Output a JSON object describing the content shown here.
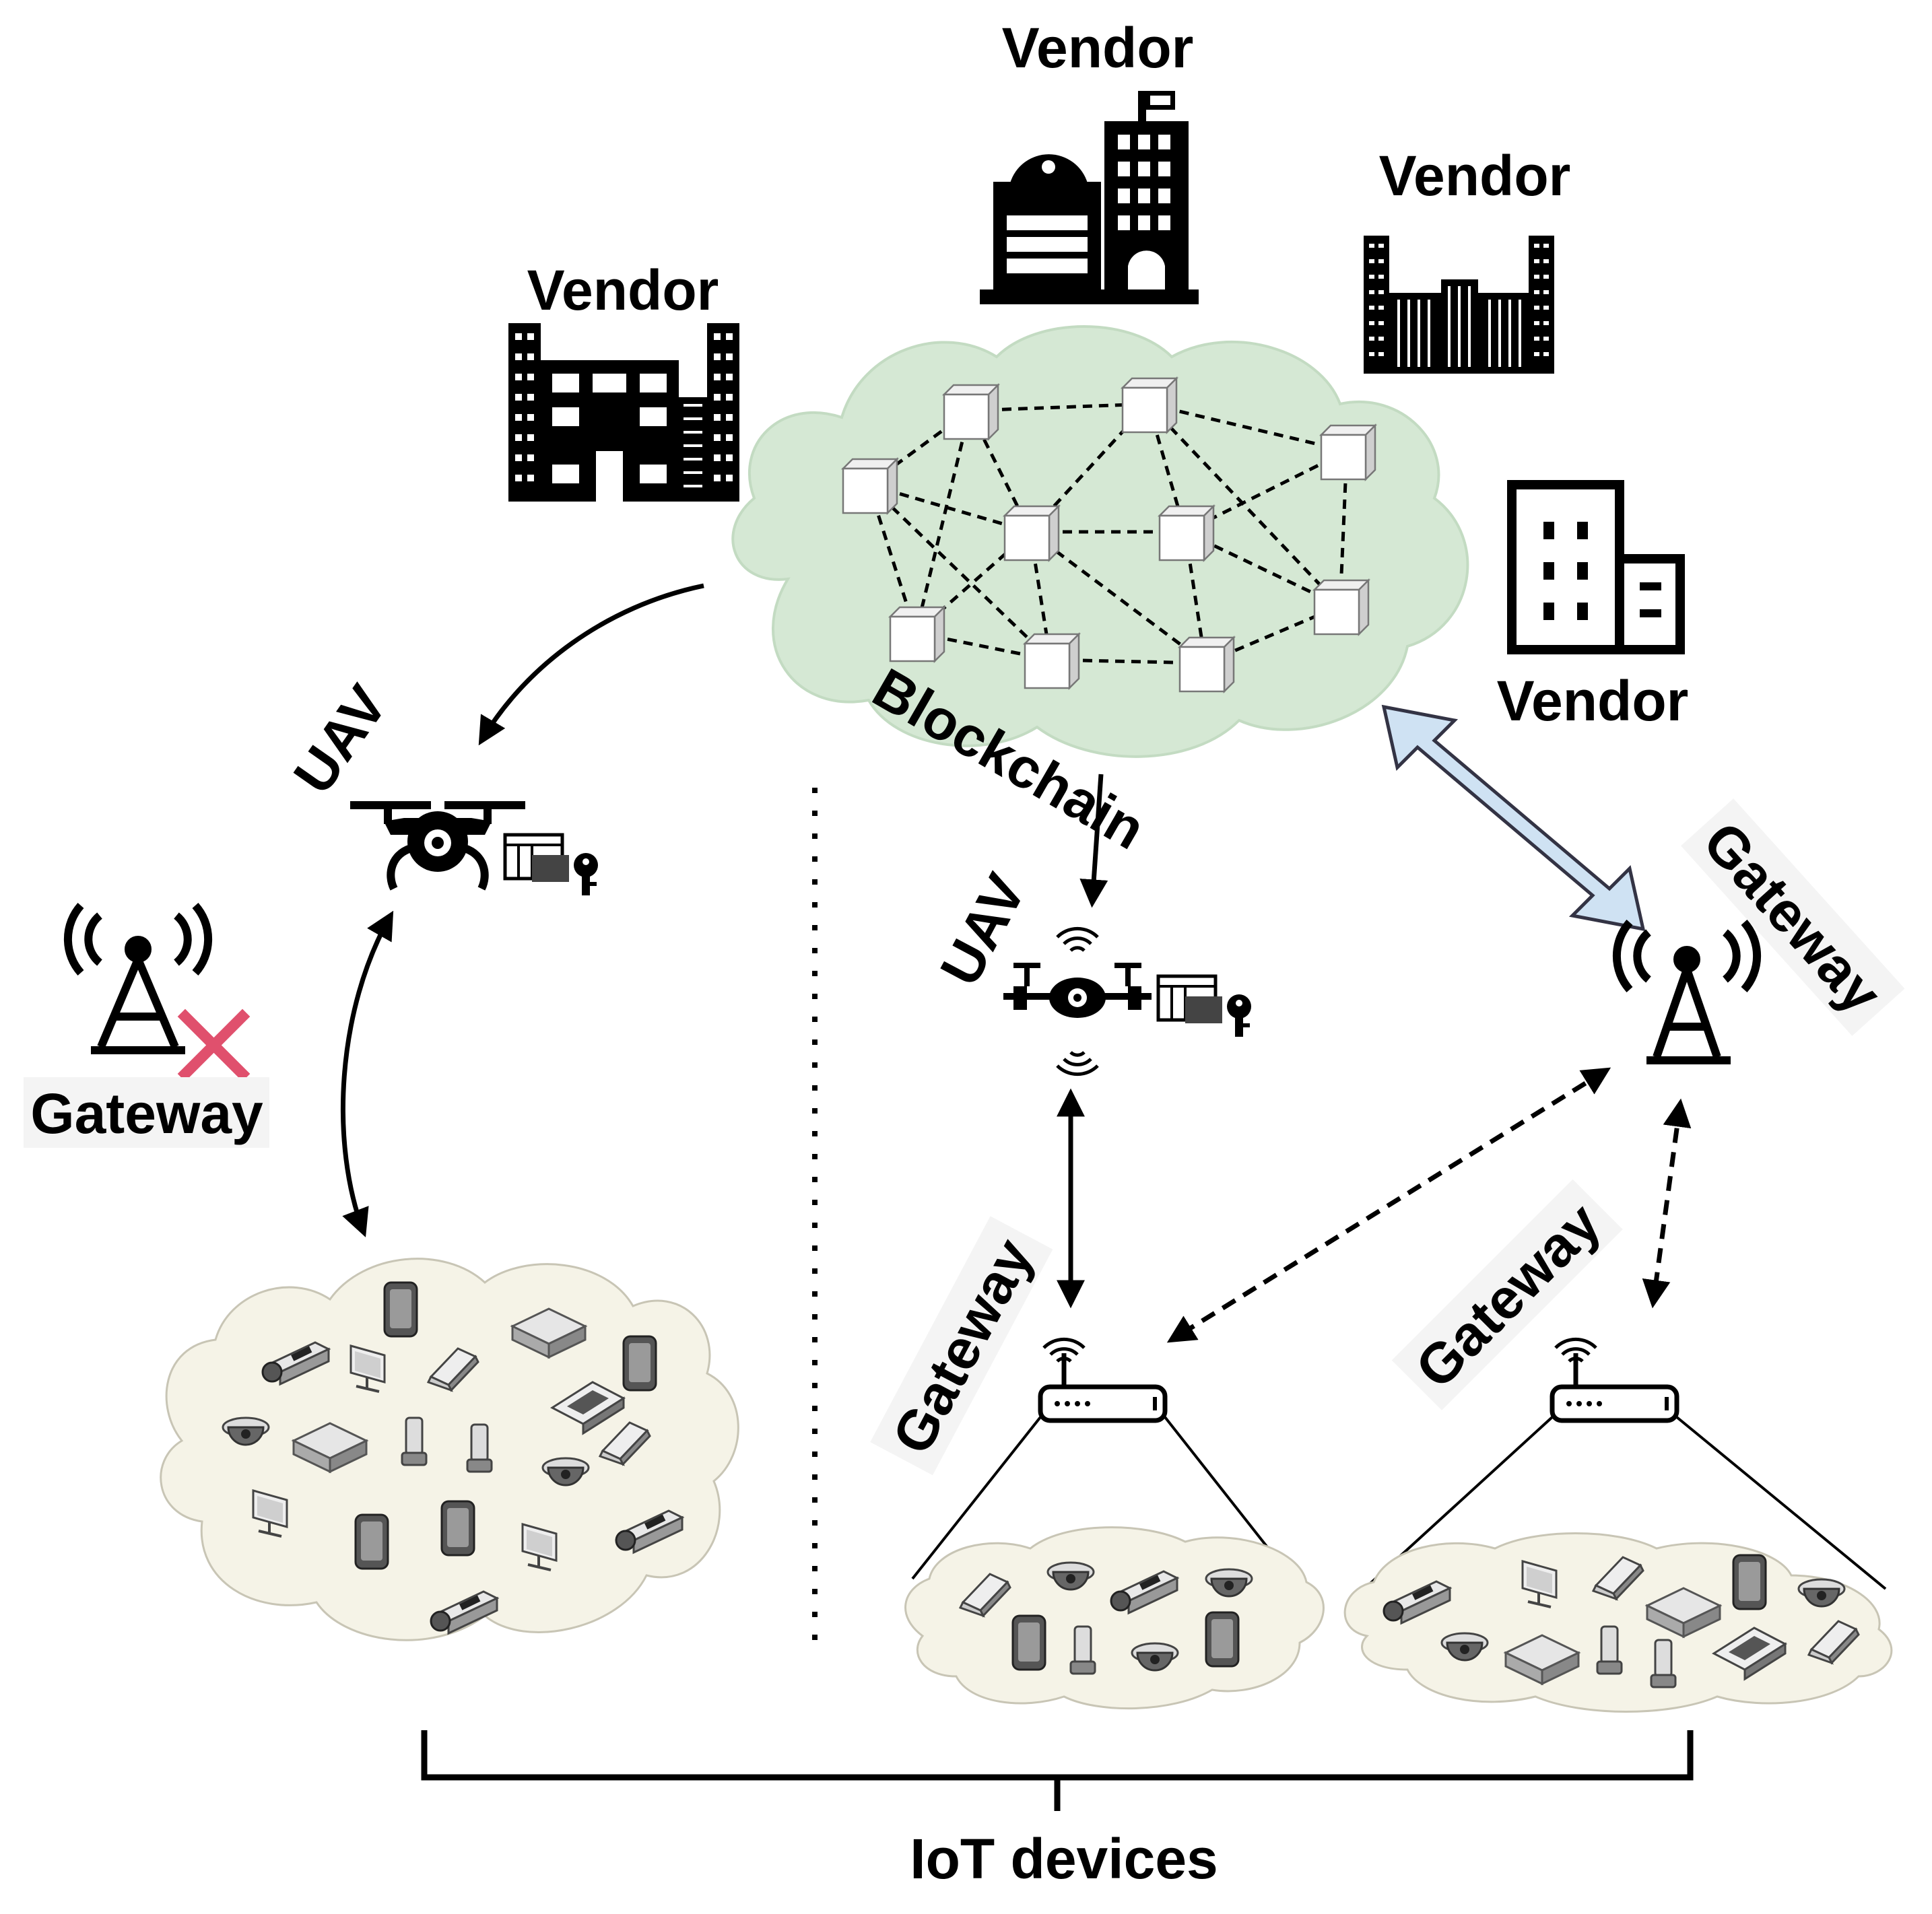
{
  "labels": {
    "vendor_1": "Vendor",
    "vendor_2": "Vendor",
    "vendor_3": "Vendor",
    "vendor_4": "Vendor",
    "blockchain": "Blockchain",
    "uav_left": "UAV",
    "uav_middle": "UAV",
    "gateway_failed": "Gateway",
    "gateway_tower_right": "Gateway",
    "gateway_router_middle": "Gateway",
    "gateway_router_right": "Gateway",
    "iot_devices": "IoT devices"
  },
  "colors": {
    "blockchain_cloud": "#d5e8d4",
    "iot_cloud": "#f5f3e7",
    "failure_cross": "#e0506d",
    "bidirectional_arrow": "#cfe2f3"
  },
  "icons": [
    "vendor-building-icon",
    "drone-icon",
    "tethered-uav-icon",
    "key-icon",
    "radio-tower-icon",
    "router-icon",
    "iot-device-icon",
    "blockchain-node-icon"
  ]
}
